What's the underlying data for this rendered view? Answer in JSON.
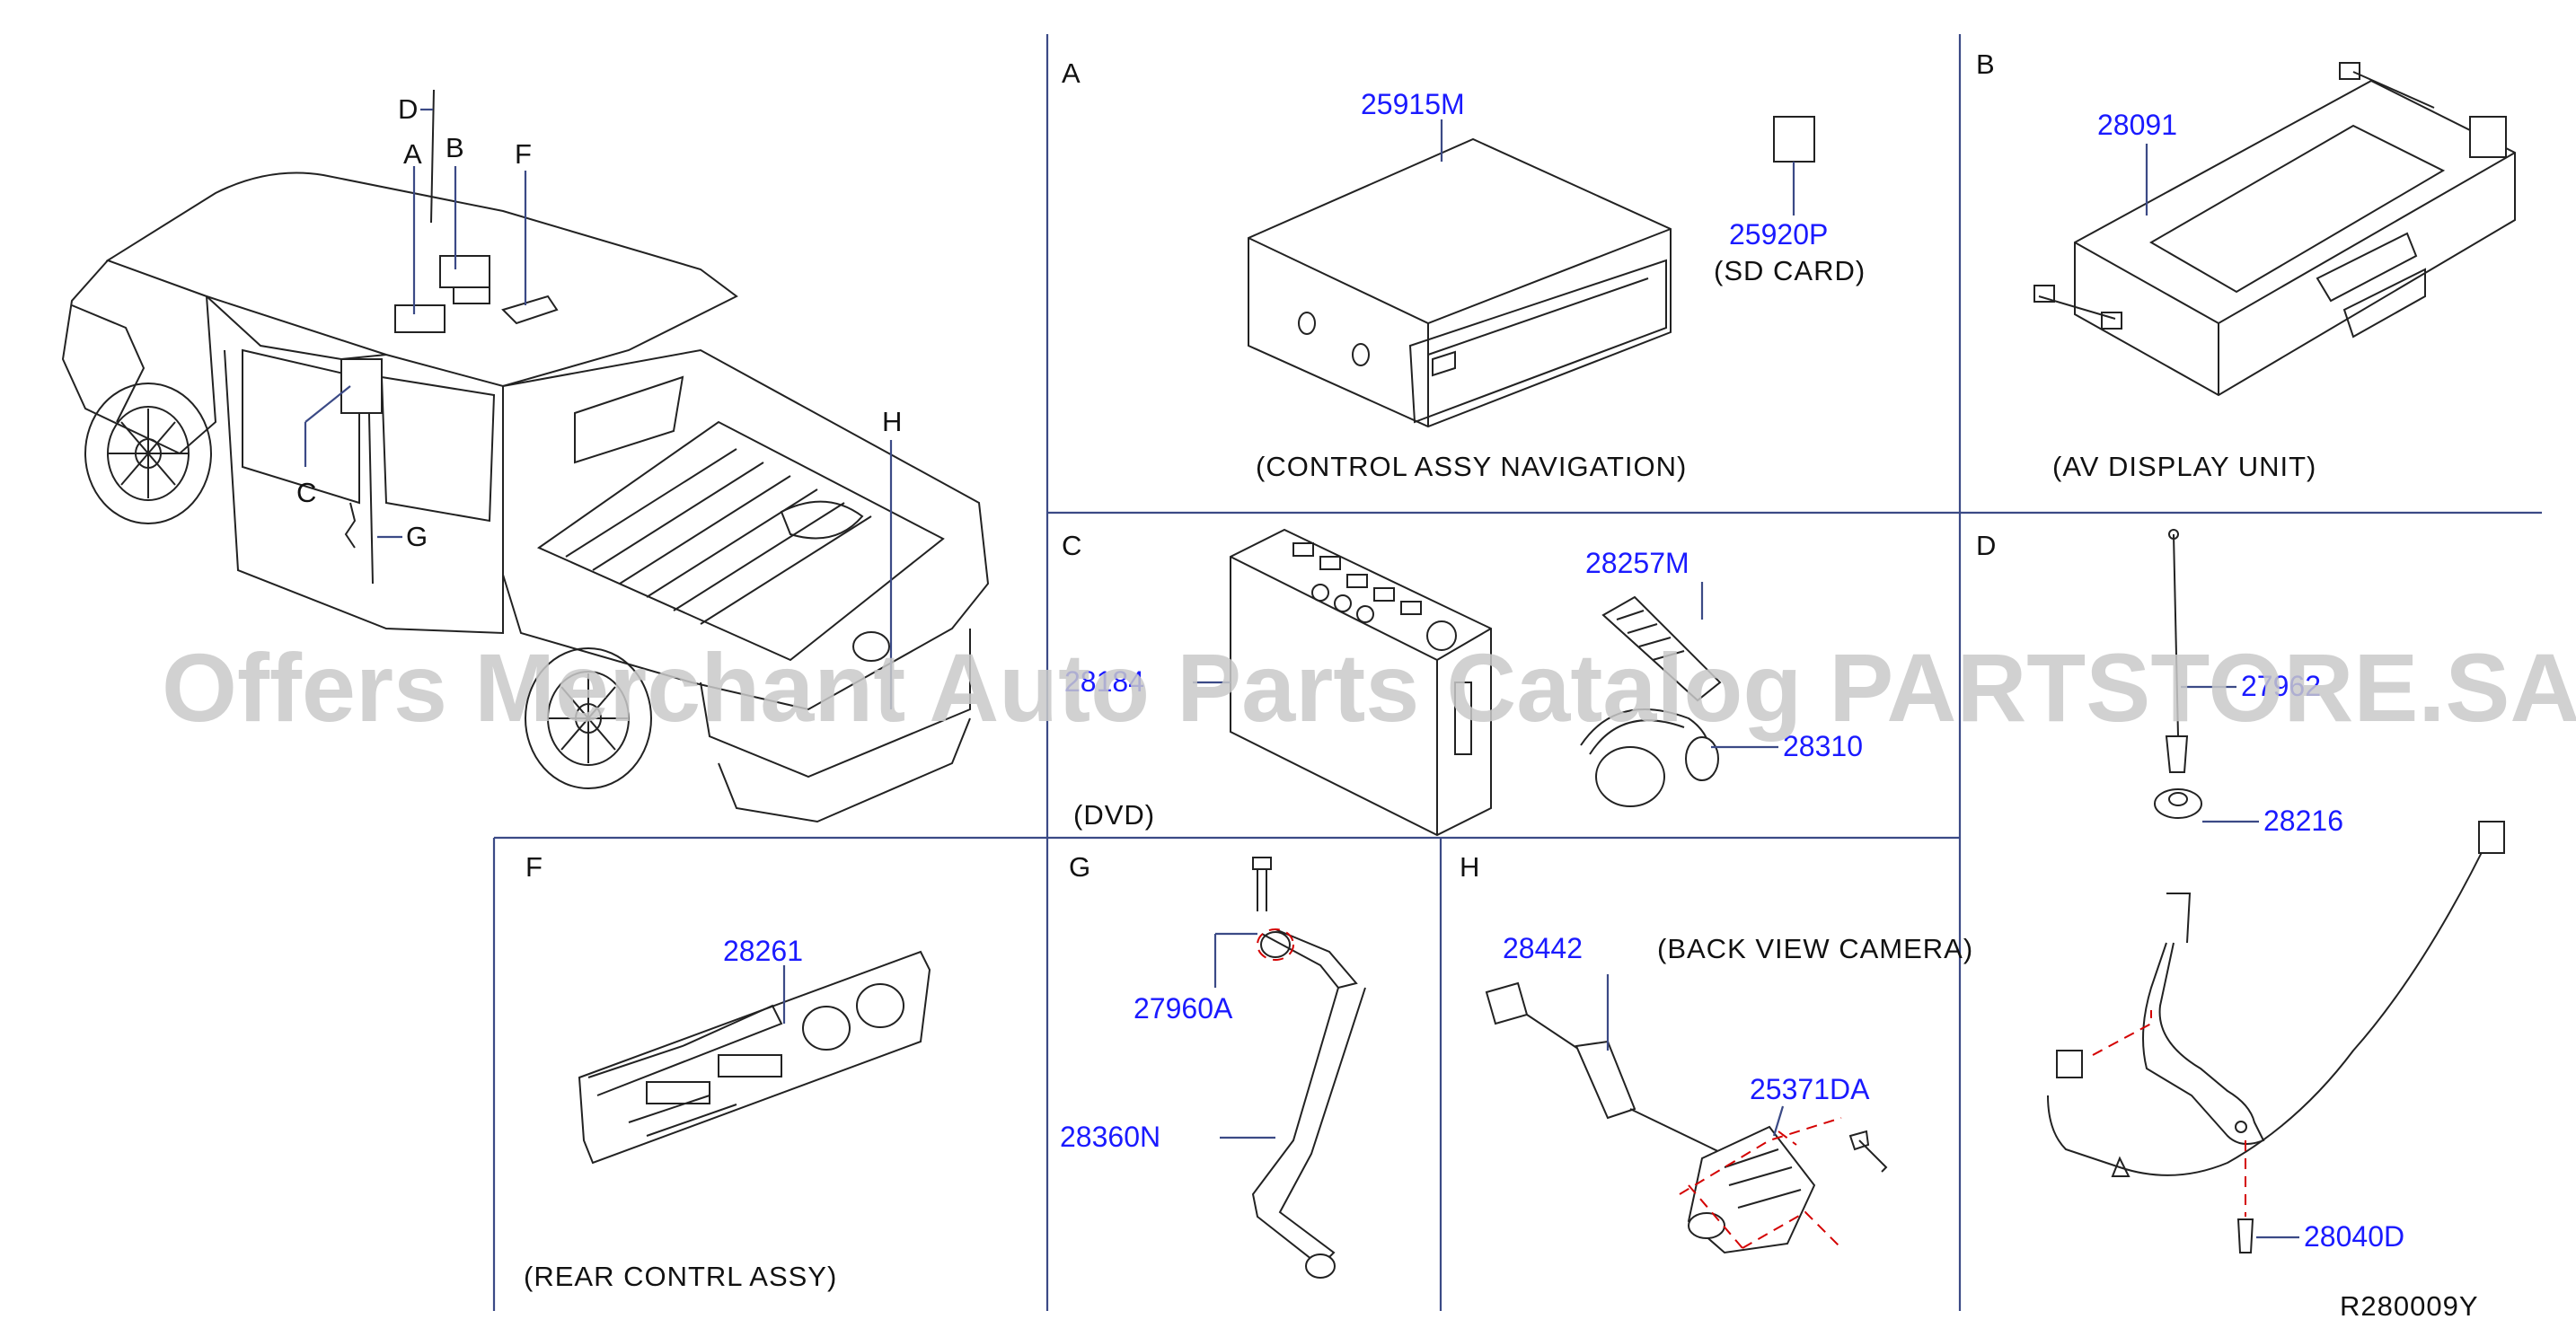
{
  "watermark": "Offers Merchant Auto Parts Catalog PARTSTORE.SA",
  "drawing_code": "R280009Y",
  "overview_labels": {
    "a": "A",
    "b": "B",
    "c": "C",
    "d": "D",
    "f": "F",
    "g": "G",
    "h": "H"
  },
  "sections": {
    "a": {
      "letter": "A",
      "caption": "(CONTROL ASSY NAVIGATION)",
      "parts": {
        "nav_unit": "25915M",
        "sd_card": "25920P",
        "sd_card_caption": "(SD CARD)"
      }
    },
    "b": {
      "letter": "B",
      "caption": "(AV DISPLAY UNIT)",
      "parts": {
        "display": "28091"
      }
    },
    "c": {
      "letter": "C",
      "caption": "(DVD)",
      "parts": {
        "remote": "28257M",
        "dvd": "28184",
        "headphones": "28310"
      }
    },
    "d": {
      "letter": "D",
      "parts": {
        "antenna_rod": "27962",
        "antenna_base": "28216",
        "screw": "28040D"
      }
    },
    "f": {
      "letter": "F",
      "caption": "(REAR CONTRL ASSY)",
      "parts": {
        "rear_ctrl": "28261"
      }
    },
    "g": {
      "letter": "G",
      "parts": {
        "bolt": "27960A",
        "ground_strap": "28360N"
      }
    },
    "h": {
      "letter": "H",
      "caption": "(BACK VIEW CAMERA)",
      "parts": {
        "camera": "28442",
        "screw": "25371DA"
      }
    }
  },
  "colors": {
    "part_number": "#1a1aff",
    "leader": "#3b4a86",
    "panel_border": "#3b4a86",
    "dash_line": "#d40000",
    "watermark": "#c9c9c9"
  }
}
